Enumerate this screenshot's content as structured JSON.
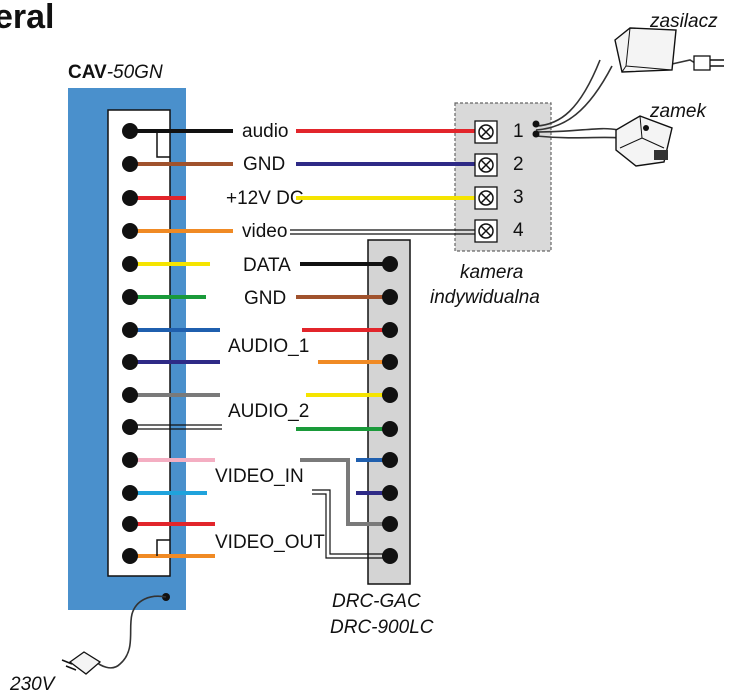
{
  "header": {
    "title_fragment": "eral"
  },
  "panel": {
    "brand": "CAV",
    "model": "-50GN",
    "color": "#4a90cc"
  },
  "power": {
    "label": "230V"
  },
  "camera": {
    "label_line1": "kamera",
    "label_line2": "indywidualna",
    "terminals": [
      "1",
      "2",
      "3",
      "4"
    ]
  },
  "accessories": {
    "power_supply": "zasilacz",
    "lock": "zamek"
  },
  "drc": {
    "line1": "DRC-GAC",
    "line2": "DRC-900LC"
  },
  "labels": {
    "audio": "audio",
    "gnd1": "GND",
    "v12": "+12V DC",
    "video": "video",
    "data": "DATA",
    "gnd2": "GND",
    "audio1": "AUDIO_1",
    "audio2": "AUDIO_2",
    "video_in": "VIDEO_IN",
    "video_out": "VIDEO_OUT"
  },
  "wire_colors": {
    "black": "#111111",
    "brown": "#a0522d",
    "red": "#e2252b",
    "orange": "#f08a24",
    "yellow": "#f5e400",
    "green": "#1a9a3a",
    "blue": "#1f5fae",
    "navy": "#2e2a86",
    "gray": "#7a7a7a",
    "white": "#ffffff",
    "pink": "#f4aec2",
    "cyan": "#1fa3dc"
  }
}
